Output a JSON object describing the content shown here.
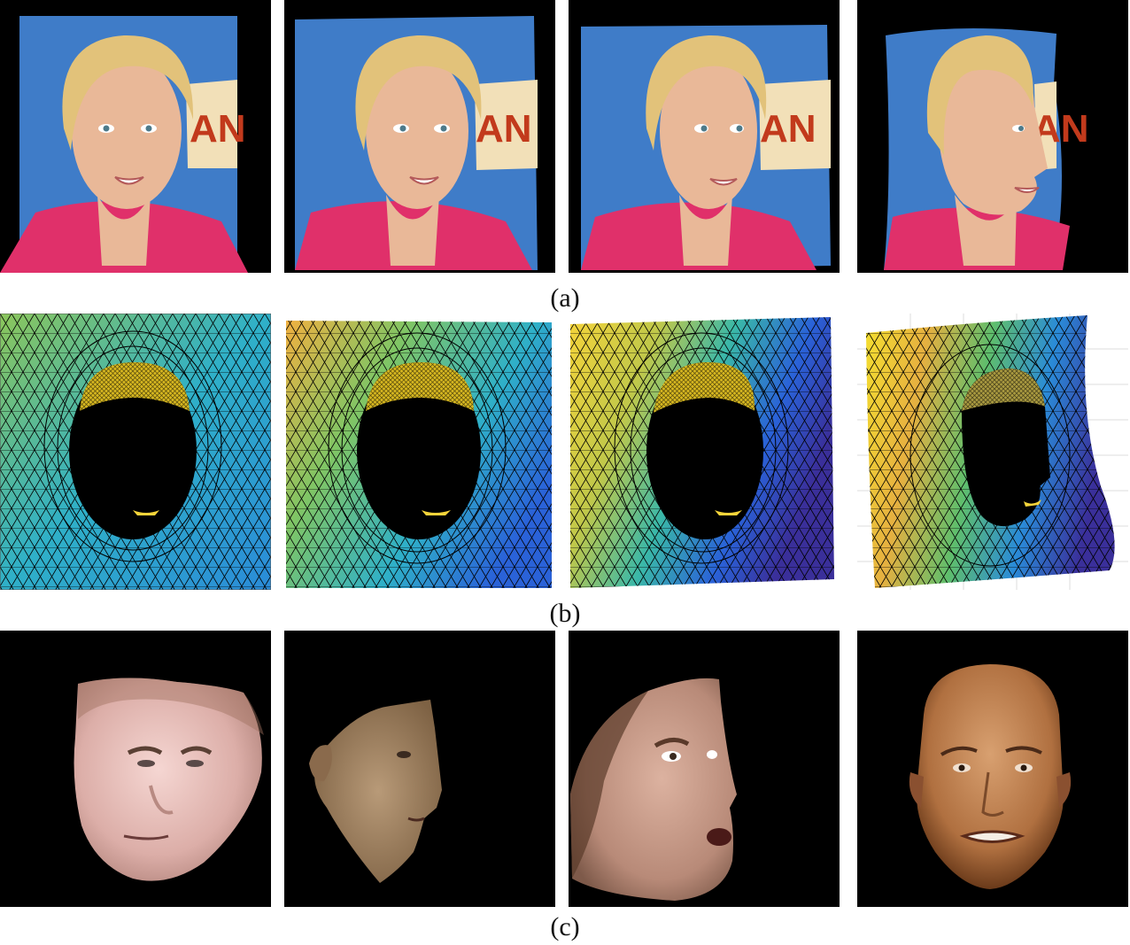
{
  "captions": {
    "a": "(a)",
    "b": "(b)",
    "c": "(c)"
  },
  "row_a": [
    {
      "name": "photo-frontal",
      "pose": "frontal",
      "banner_text": "AN"
    },
    {
      "name": "photo-rotated-1",
      "pose": "slight-right",
      "banner_text": "AN"
    },
    {
      "name": "photo-rotated-2",
      "pose": "three-quarter",
      "banner_text": "AN"
    },
    {
      "name": "photo-profile",
      "pose": "profile",
      "banner_text": "AN"
    }
  ],
  "row_b": [
    {
      "name": "mesh-frontal",
      "palette": "parula"
    },
    {
      "name": "mesh-rotated-1",
      "palette": "parula"
    },
    {
      "name": "mesh-rotated-2",
      "palette": "parula"
    },
    {
      "name": "mesh-profile",
      "palette": "parula"
    }
  ],
  "row_c": [
    {
      "name": "face-render-1",
      "pose": "tilted-down"
    },
    {
      "name": "face-render-2",
      "pose": "profile-right"
    },
    {
      "name": "face-render-3",
      "pose": "three-quarter-right"
    },
    {
      "name": "face-render-4",
      "pose": "frontal"
    }
  ],
  "colors": {
    "background_black": "#000000",
    "photo_blue": "#3f7cc8",
    "shirt_pink": "#e0306a",
    "hair_blond": "#e2c27a",
    "skin": "#e9b898",
    "mesh_yellow": "#f5d43a",
    "mesh_green": "#5fbe6c",
    "mesh_cyan": "#2fb0c8",
    "mesh_blue": "#2a62d8",
    "mesh_indigo": "#3a2f9a"
  }
}
